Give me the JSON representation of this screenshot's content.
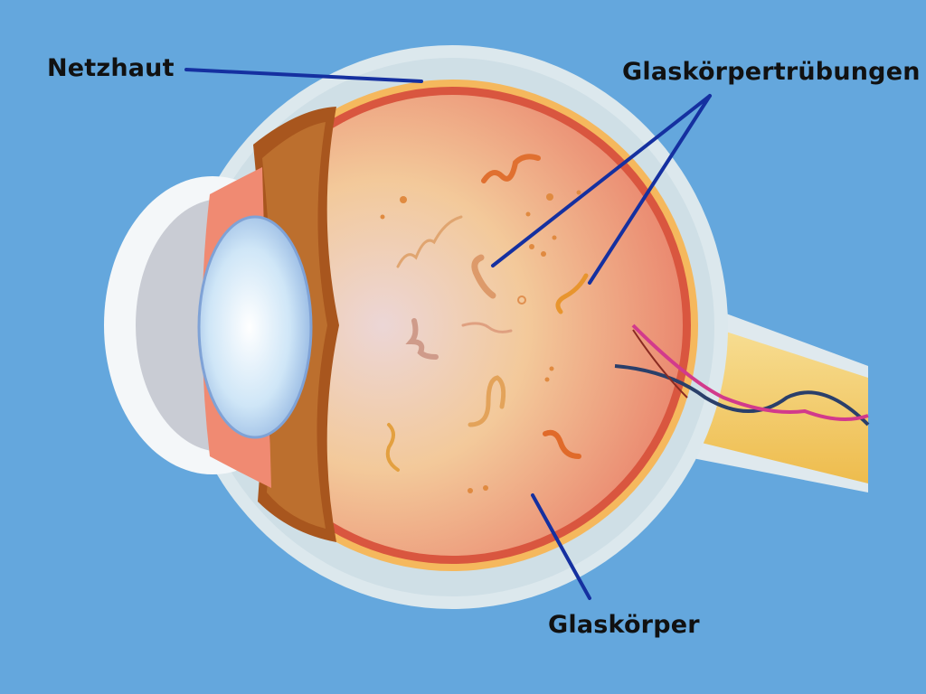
{
  "labels": {
    "retina": "Netzhaut",
    "floaters": "Glaskörpertrübungen",
    "vitreous": "Glaskörper"
  },
  "colors": {
    "background": "#64a7dd",
    "leader_line": "#1530a0",
    "vitreous": "#f2a77e",
    "sclera": "#dde9ee",
    "optic_nerve": "#f5cf6a"
  }
}
